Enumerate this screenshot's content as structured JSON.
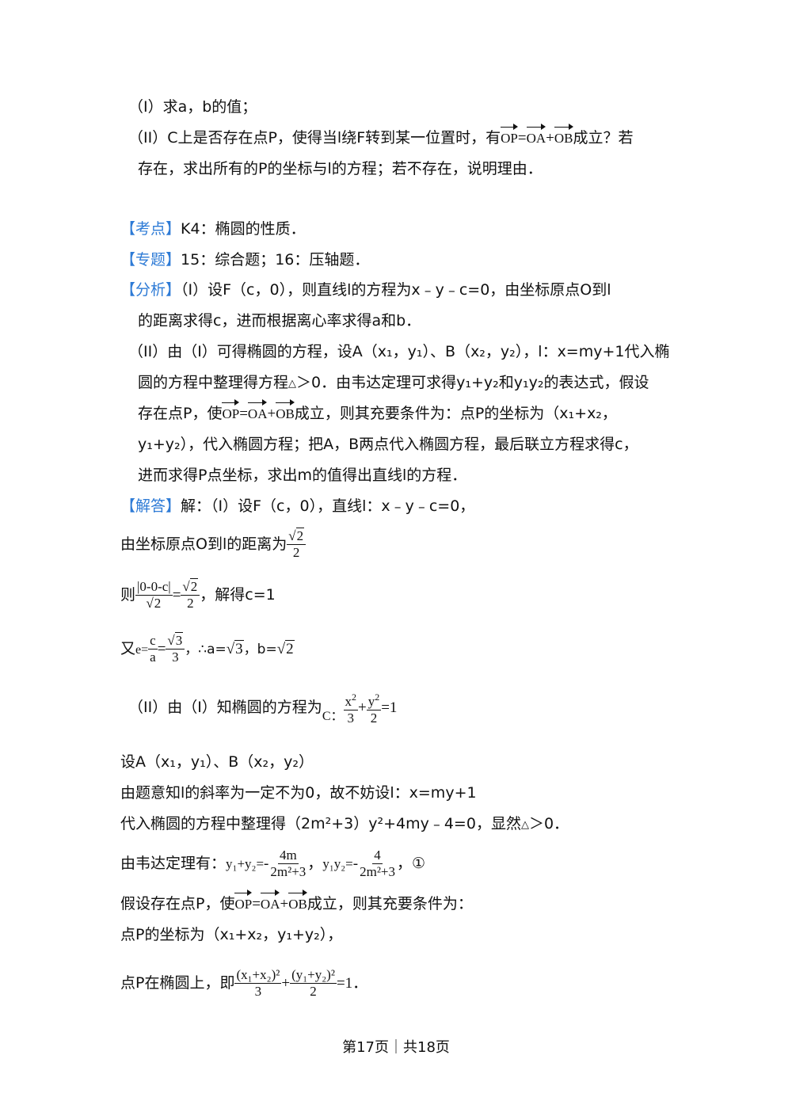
{
  "question": {
    "part1": "（I）求a，b的值；",
    "part2_line1_a": "（II）C上是否存在点P，使得当l绕F转到某一位置时，有",
    "vec_op": "OP",
    "vec_oa": "OA",
    "vec_ob": "OB",
    "part2_line1_b": "成立？若",
    "part2_line2": "存在，求出所有的P的坐标与l的方程；若不存在，说明理由．"
  },
  "kaodian": {
    "tag": "【考点】",
    "text": "K4：椭圆的性质．"
  },
  "zhuanti": {
    "tag": "【专题】",
    "text": "15：综合题；16：压轴题．"
  },
  "fenxi": {
    "tag": "【分析】",
    "line1": "（I）设F（c，0），则直线l的方程为x﹣y﹣c=0，由坐标原点O到l",
    "line2": "的距离求得c，进而根据离心率求得a和b．",
    "line3": "（II）由（I）可得椭圆的方程，设A（x₁，y₁）、B（x₂，y₂），l：x=my+1代入椭",
    "line4_a": "圆的方程中整理得方程",
    "tri": "△",
    "line4_b": "＞0．由韦达定理可求得y₁+y₂和y₁y₂的表达式，假设",
    "line5_a": "存在点P，使",
    "line5_b": "成立，则其充要条件为：点P的坐标为（x₁+x₂，",
    "line6": "y₁+y₂），代入椭圆方程；把A，B两点代入椭圆方程，最后联立方程求得c，",
    "line7": "进而求得P点坐标，求出m的值得出直线l的方程．"
  },
  "jieda": {
    "tag": "【解答】",
    "line1": "解：（I）设F（c，0），直线l：x﹣y﹣c=0，",
    "line2": "由坐标原点O到l的距离为",
    "sqrt2": "2",
    "two": "2",
    "line3_a": "则",
    "abs_expr": "|0-0-c|",
    "line3_b": "，解得c=1",
    "line4_a": "又",
    "e_eq": "e=",
    "c": "c",
    "a": "a",
    "sqrt3": "3",
    "three": "3",
    "line4_b": "，∴a=",
    "line4_c": "，b=",
    "line5_a": "（II）由（I）知椭圆的方程为",
    "ellipse_c": "C：",
    "x2": "x",
    "y2": "y",
    "sq": "2",
    "eq1": "=1",
    "line6": "设A（x₁，y₁）、B（x₂，y₂）",
    "line7": "由题意知l的斜率为一定不为0，故不妨设l：x=my+1",
    "line8_a": "代入椭圆的方程中整理得（2m²+3）y²+4my﹣4=0，显然",
    "line8_b": "＞0．",
    "line9_a": "由韦达定理有：",
    "y1y2sum": "y₁+y₂=",
    "minus": "-",
    "fourm": "4m",
    "den": "2m²+3",
    "y1y2prod": "y₁y₂=",
    "four": "4",
    "circled": "①",
    "line10_a": "假设存在点P，使",
    "line10_b": "成立，则其充要条件为：",
    "line11": "点P的坐标为（x₁+x₂，y₁+y₂），",
    "line12_a": "点P在椭圆上，即",
    "num1": "(x₁+x₂)²",
    "num2": "(y₁+y₂)²",
    "plus": "+",
    "period": "．"
  },
  "footer": "第17页｜共18页"
}
